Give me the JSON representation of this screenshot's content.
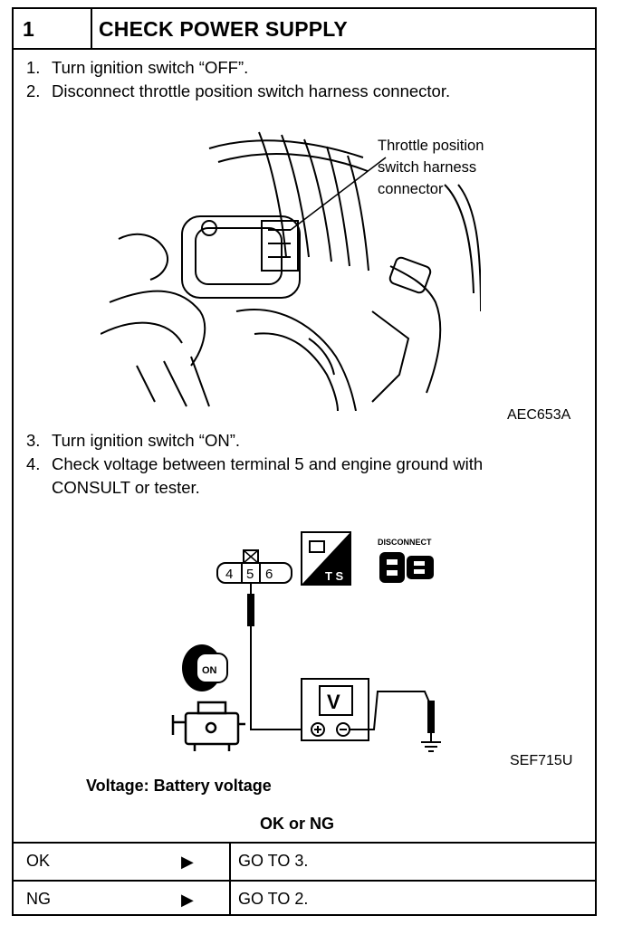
{
  "header": {
    "step_number": "1",
    "title": "CHECK POWER SUPPLY"
  },
  "instructions_a": [
    {
      "num": "1.",
      "text": "Turn ignition switch “OFF”."
    },
    {
      "num": "2.",
      "text": "Disconnect throttle position switch harness connector."
    }
  ],
  "figure1": {
    "callout_lines": [
      "Throttle position",
      "switch harness",
      "connector"
    ],
    "code": "AEC653A",
    "icon": "engine-throttle-illustration"
  },
  "instructions_b": [
    {
      "num": "3.",
      "text": "Turn ignition switch “ON”."
    },
    {
      "num": "4.",
      "text": "Check voltage between terminal 5 and engine ground with",
      "cont": "CONSULT or tester."
    }
  ],
  "figure2": {
    "terminals": [
      "4",
      "5",
      "6"
    ],
    "ts_label": "T S",
    "disconnect_label": "DISCONNECT",
    "on_label": "ON",
    "meter_label": "V",
    "code": "SEF715U",
    "icons": [
      "ts-connector-icon",
      "disconnect-icon",
      "ignition-key-icon",
      "engine-icon",
      "voltmeter-icon",
      "ground-icon"
    ]
  },
  "voltage_line": "Voltage: Battery voltage",
  "ok_ng_header": "OK or NG",
  "results": [
    {
      "label": "OK",
      "action": "GO TO 3."
    },
    {
      "label": "NG",
      "action": "GO TO 2."
    }
  ]
}
